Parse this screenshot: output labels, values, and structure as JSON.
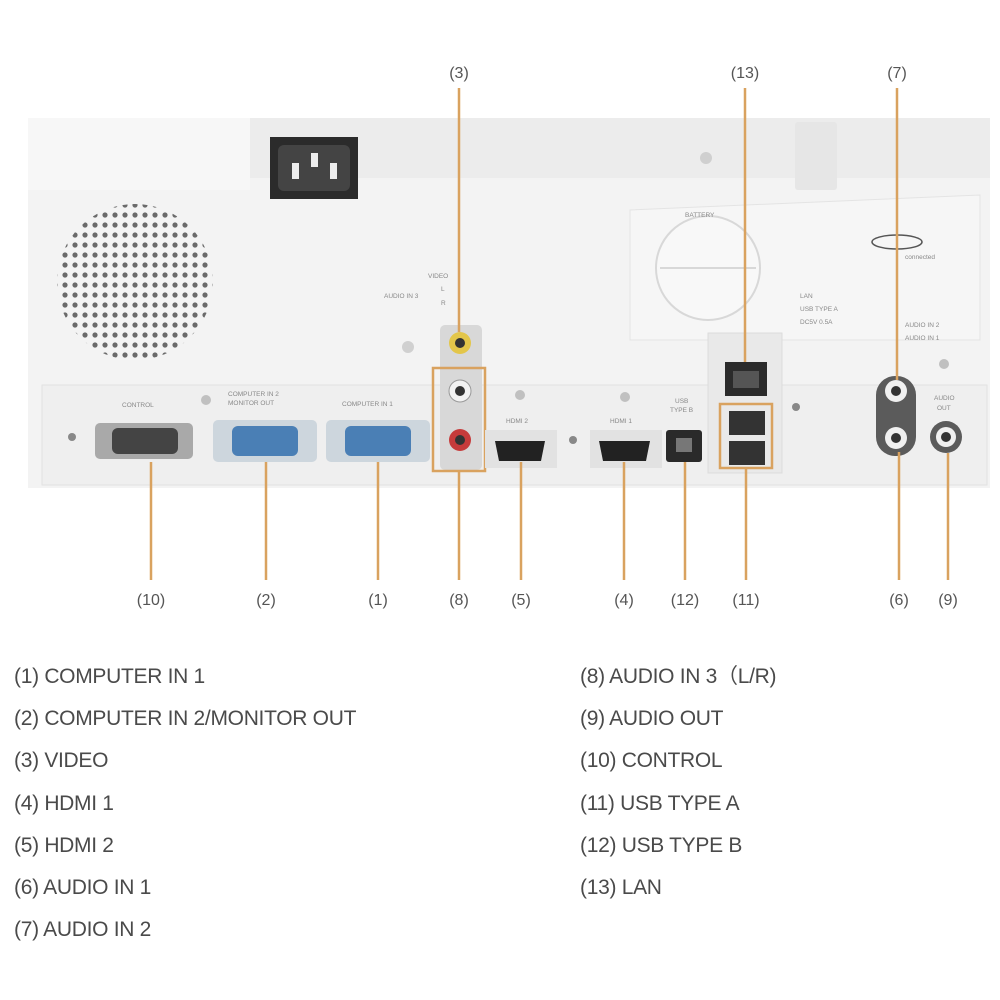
{
  "callouts": [
    {
      "num": "(1)",
      "label": "COMPUTER IN 1"
    },
    {
      "num": "(2)",
      "label": "COMPUTER IN 2/MONITOR OUT"
    },
    {
      "num": "(3)",
      "label": "VIDEO"
    },
    {
      "num": "(4)",
      "label": "HDMI 1"
    },
    {
      "num": "(5)",
      "label": "HDMI 2"
    },
    {
      "num": "(6)",
      "label": "AUDIO IN 1"
    },
    {
      "num": "(7)",
      "label": "AUDIO IN 2"
    },
    {
      "num": "(8)",
      "label": "AUDIO IN 3（L/R)"
    },
    {
      "num": "(9)",
      "label": "AUDIO OUT"
    },
    {
      "num": "(10)",
      "label": "CONTROL"
    },
    {
      "num": "(11)",
      "label": "USB TYPE A"
    },
    {
      "num": "(12)",
      "label": "USB TYPE B"
    },
    {
      "num": "(13)",
      "label": "LAN"
    }
  ],
  "panel_labels": {
    "control": "CONTROL",
    "computer_in_2": "COMPUTER IN 2",
    "monitor_out": "MONITOR OUT",
    "computer_in_1": "COMPUTER IN 1",
    "video": "VIDEO",
    "audio_in_3": "AUDIO IN 3",
    "l": "L",
    "r": "R",
    "hdmi_2": "HDMI 2",
    "hdmi_1": "HDMI 1",
    "usb": "USB",
    "type_b": "TYPE B",
    "battery": "BATTERY",
    "lan": "LAN",
    "usb_type_a": "USB TYPE A",
    "usb_rating": "DC5V 0.5A",
    "audio_in_2": "AUDIO IN 2",
    "audio_in_1": "AUDIO IN 1",
    "audio": "AUDIO",
    "out": "OUT",
    "logo_text": "connected"
  },
  "colors": {
    "callout_line": "#d9a25f",
    "panel": "#f1f1f1",
    "panel_dark": "#dcdcdc"
  }
}
